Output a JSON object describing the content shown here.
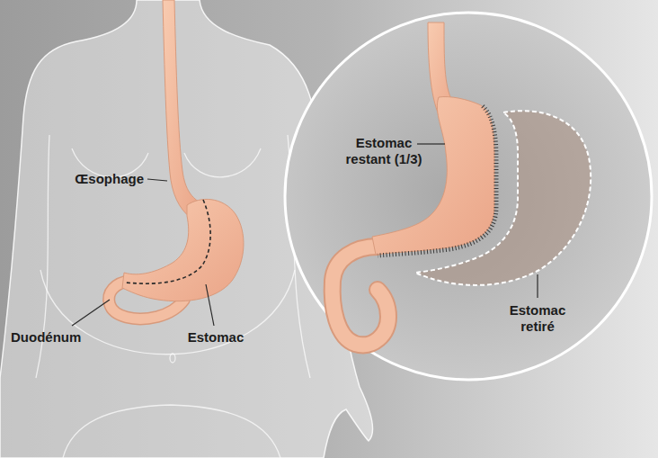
{
  "diagram": {
    "labels": [
      "Œsophage",
      "Duodénum",
      "Estomac",
      "Estomac restant (1/3)",
      "Estomac retiré"
    ]
  }
}
